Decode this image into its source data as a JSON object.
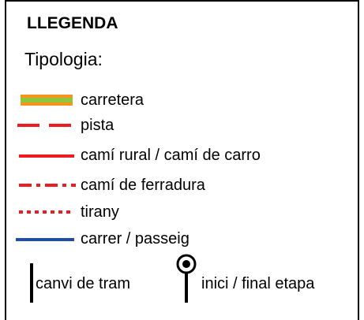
{
  "legend": {
    "title": "LLEGENDA",
    "subtitle": "Tipologia:",
    "items": [
      {
        "label": "carretera",
        "style": "road",
        "colors": [
          "#f7941d",
          "#8dc63f"
        ]
      },
      {
        "label": "pista",
        "style": "dashed",
        "color": "#ed1c24"
      },
      {
        "label": "camí rural / camí de carro",
        "style": "solid",
        "color": "#ed1c24"
      },
      {
        "label": "camí de ferradura",
        "style": "dash-dot",
        "color": "#ed1c24"
      },
      {
        "label": "tirany",
        "style": "dotted",
        "color": "#ed1c24"
      },
      {
        "label": "carrer / passeig",
        "style": "solid",
        "color": "#1f4e9c"
      }
    ],
    "markers": {
      "segment_change_label": "canvi de tram",
      "stage_start_end_label": "inici / final etapa"
    }
  }
}
